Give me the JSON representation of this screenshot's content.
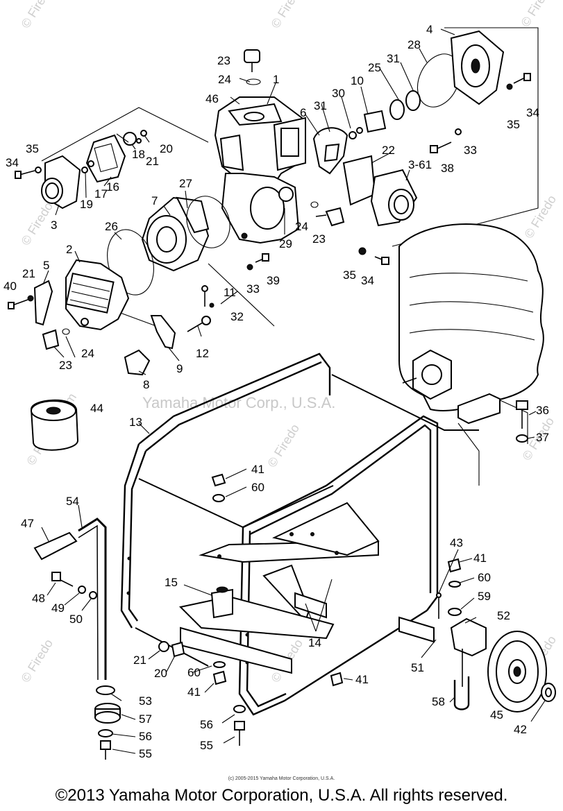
{
  "watermark": {
    "center": "Yamaha Motor Corp., U.S.A.",
    "brand": "© Firedog.com",
    "side": "© Firedo"
  },
  "small_copyright": "(c) 2005-2015 Yamaha Motor Corporation, U.S.A.",
  "footer": "©2013 Yamaha Motor Corporation, U.S.A. All rights reserved.",
  "labels": {
    "p1": "1",
    "p2": "2",
    "p3": "3",
    "p3b": "3-61",
    "p4": "4",
    "p5": "5",
    "p6": "6",
    "p7": "7",
    "p8": "8",
    "p9": "9",
    "p10": "10",
    "p11": "11",
    "p12": "12",
    "p13": "13",
    "p14": "14",
    "p15": "15",
    "p16": "16",
    "p17": "17",
    "p18": "18",
    "p19": "19",
    "p20a": "20",
    "p20b": "20",
    "p21a": "21",
    "p21b": "21",
    "p21c": "21",
    "p22": "22",
    "p23a": "23",
    "p23b": "23",
    "p23c": "23",
    "p24a": "24",
    "p24b": "24",
    "p24c": "24",
    "p25": "25",
    "p26": "26",
    "p27": "27",
    "p28": "28",
    "p29": "29",
    "p30": "30",
    "p31a": "31",
    "p31b": "31",
    "p32": "32",
    "p33a": "33",
    "p33b": "33",
    "p34a": "34",
    "p34b": "34",
    "p34c": "34",
    "p35a": "35",
    "p35b": "35",
    "p35c": "35",
    "p36": "36",
    "p37": "37",
    "p38": "38",
    "p39": "39",
    "p40": "40",
    "p41a": "41",
    "p41b": "41",
    "p41c": "41",
    "p41d": "41",
    "p42": "42",
    "p43": "43",
    "p44": "44",
    "p45": "45",
    "p46": "46",
    "p47": "47",
    "p48": "48",
    "p49": "49",
    "p50": "50",
    "p51": "51",
    "p52": "52",
    "p53": "53",
    "p54": "54",
    "p55a": "55",
    "p55b": "55",
    "p56a": "56",
    "p56b": "56",
    "p57": "57",
    "p58": "58",
    "p59": "59",
    "p60a": "60",
    "p60b": "60",
    "p60c": "60"
  }
}
